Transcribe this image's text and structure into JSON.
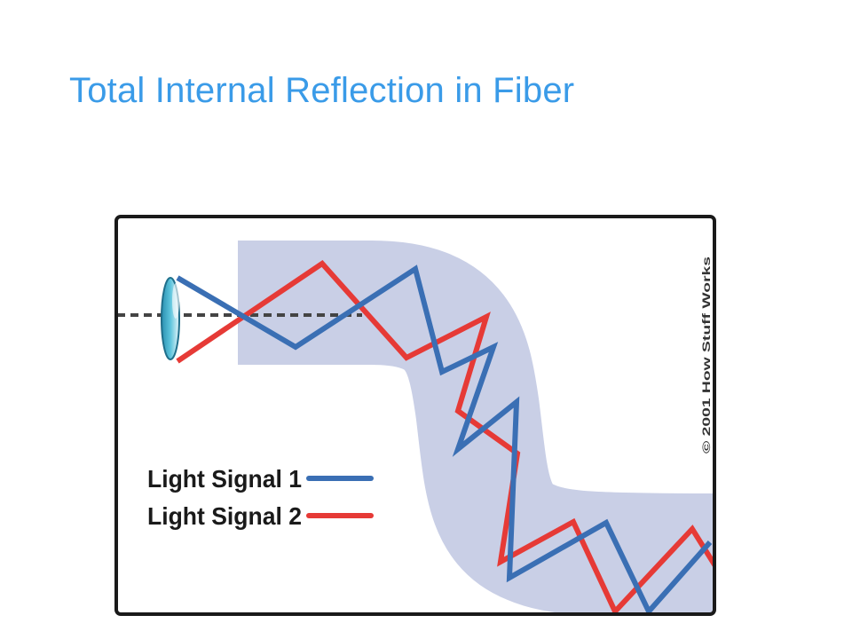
{
  "slide": {
    "title": "Total Internal Reflection in Fiber"
  },
  "diagram": {
    "legend": [
      {
        "label": "Light Signal 1",
        "color": "#3a6fb4"
      },
      {
        "label": "Light Signal 2",
        "color": "#e63a36"
      }
    ],
    "copyright": "© 2001 How Stuff Works",
    "colors": {
      "fiber": "#c9cfe6",
      "frame": "#1a1a1a",
      "source": "#3fb0cc",
      "axis": "#444444"
    }
  }
}
